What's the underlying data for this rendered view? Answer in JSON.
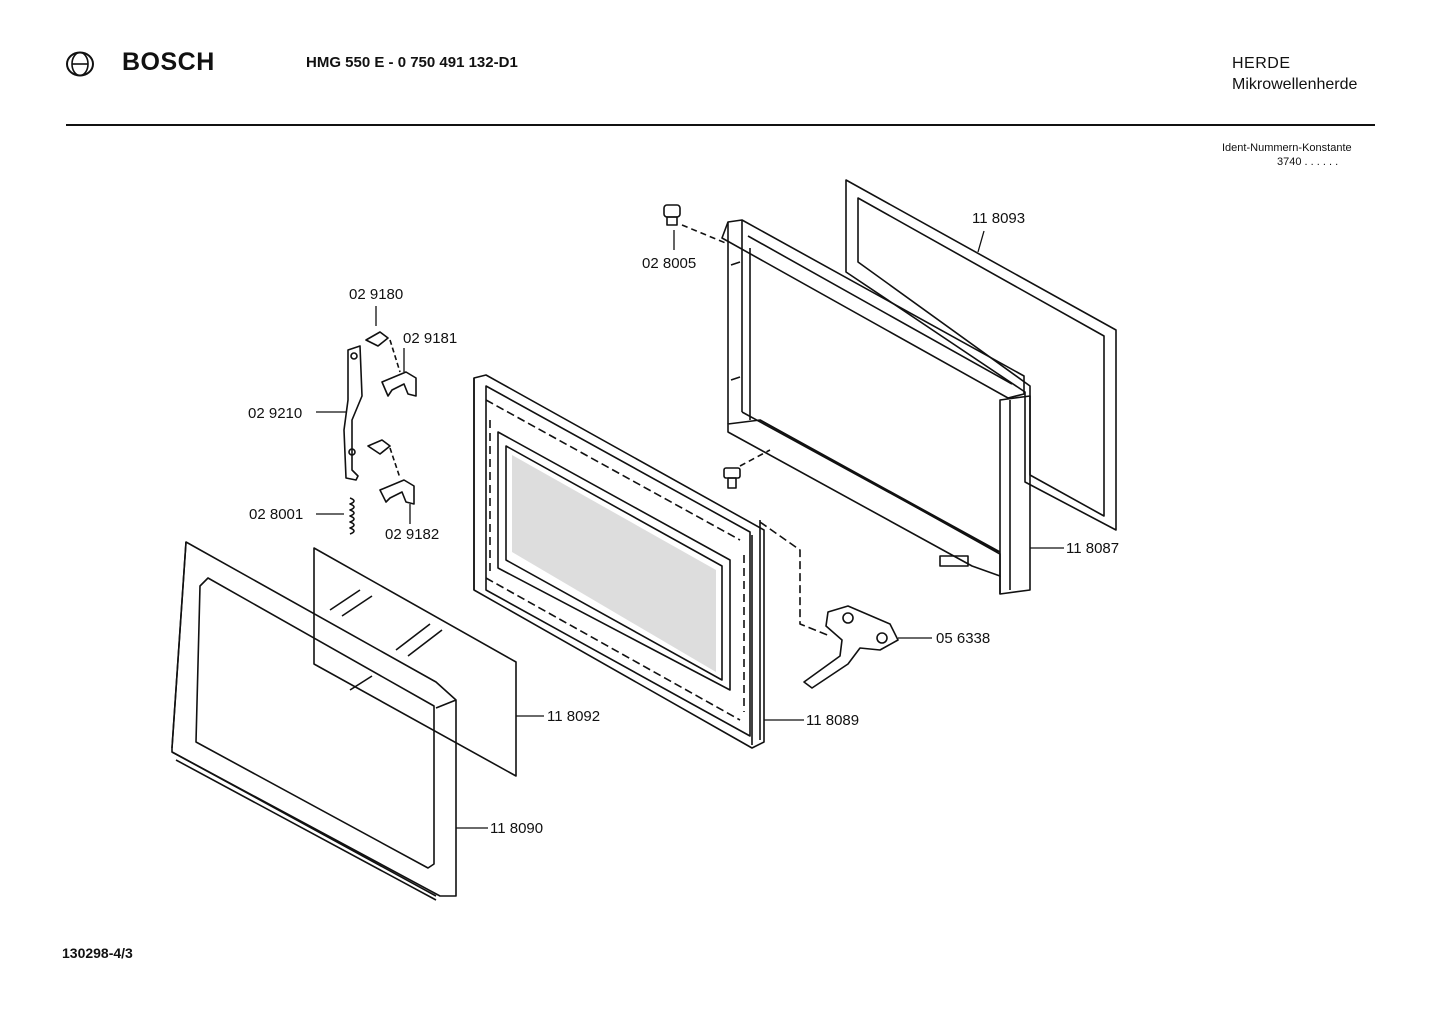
{
  "header": {
    "brand": "BOSCH",
    "model": "HMG 550 E - 0 750 491 132-D1",
    "category": "HERDE",
    "subcategory": "Mikrowellenherde",
    "ident_label": "Ident-Nummern-Konstante",
    "ident_value": "3740  . .   . . . ."
  },
  "footer": {
    "code": "130298-4/3"
  },
  "parts": {
    "p118093": "11 8093",
    "p028005": "02 8005",
    "p029180": "02 9180",
    "p029181": "02 9181",
    "p029210": "02 9210",
    "p028001": "02 8001",
    "p029182": "02 9182",
    "p118087": "11 8087",
    "p056338": "05 6338",
    "p118092": "11 8092",
    "p118089": "11 8089",
    "p118090": "11 8090"
  },
  "icons": {
    "logo": "bosch-armature-logo-icon"
  }
}
